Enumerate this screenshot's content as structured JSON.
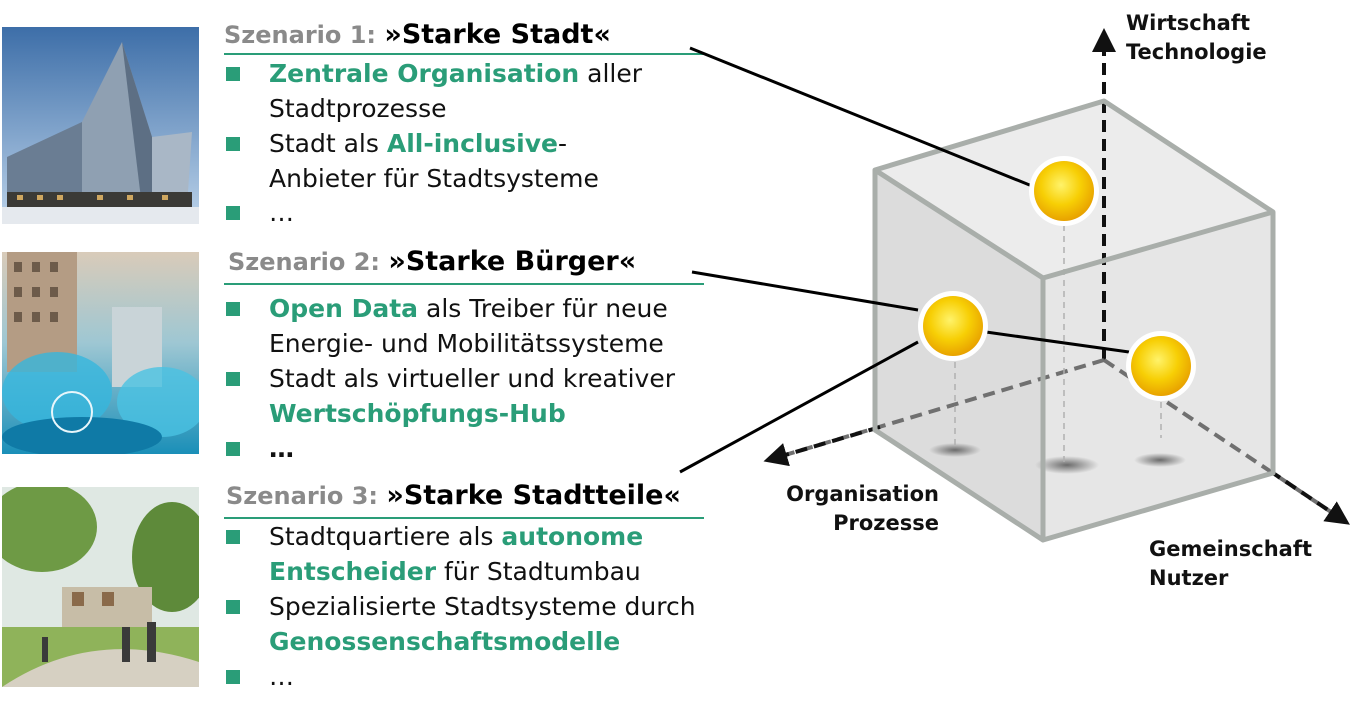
{
  "axes": {
    "top": [
      "Wirtschaft",
      "Technologie"
    ],
    "left": [
      "Organisation",
      "Prozesse"
    ],
    "right": [
      "Gemeinschaft",
      "Nutzer"
    ]
  },
  "scenarios": [
    {
      "prefix": "Szenario 1: ",
      "name": "»Starke Stadt«",
      "bullets": [
        [
          "Zentrale Organisation",
          " aller"
        ],
        [
          "Stadtprozesse"
        ],
        [
          "Stadt als ",
          "All-inclusive",
          "-"
        ],
        [
          "Anbieter für Stadtsysteme"
        ],
        [
          "…"
        ]
      ]
    },
    {
      "prefix": "Szenario 2: ",
      "name": "»Starke Bürger«",
      "bullets": [
        [
          "Open Data",
          " als Treiber für neue"
        ],
        [
          "Energie- und Mobilitätssysteme"
        ],
        [
          "Stadt als virtueller und kreativer"
        ],
        [
          "Wertschöpfungs-Hub"
        ],
        [
          "…"
        ]
      ]
    },
    {
      "prefix": "Szenario 3: ",
      "name": "»Starke Stadtteile«",
      "bullets": [
        [
          "Stadtquartiere als ",
          "autonome"
        ],
        [
          "Entscheider",
          " für Stadtumbau"
        ],
        [
          "Spezialisierte Stadtsysteme durch"
        ],
        [
          "Genossenschaftsmodelle"
        ],
        [
          "…"
        ]
      ]
    }
  ],
  "colors": {
    "accent": "#2a9d78",
    "cube_edge": "#a9aeaa",
    "ball": "#f5c400"
  }
}
